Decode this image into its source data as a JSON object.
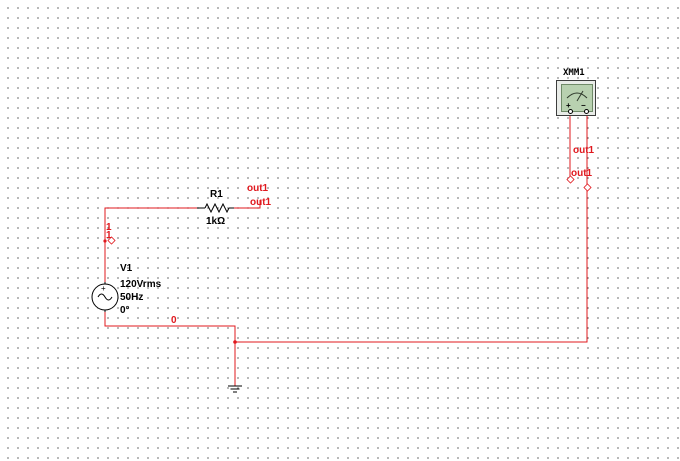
{
  "app": {
    "background_color": "#ffffff",
    "wire_color": "#e0181e",
    "component_color": "#000000"
  },
  "components": {
    "resistor": {
      "ref": "R1",
      "value": "1kΩ"
    },
    "source": {
      "ref": "V1",
      "voltage": "120Vrms",
      "frequency": "50Hz",
      "phase": "0°"
    },
    "multimeter": {
      "ref": "XMM1",
      "plus_sign": "+",
      "minus_sign": "−"
    },
    "ground": {
      "icon": "ground-icon"
    }
  },
  "nets": {
    "out1_label_a": "out1",
    "out1_label_b": "out1",
    "out1_label_c": "out1",
    "out1_label_d": "out1",
    "node1_label_a": "1",
    "node1_label_b": "1",
    "ground_net_label": "0"
  }
}
